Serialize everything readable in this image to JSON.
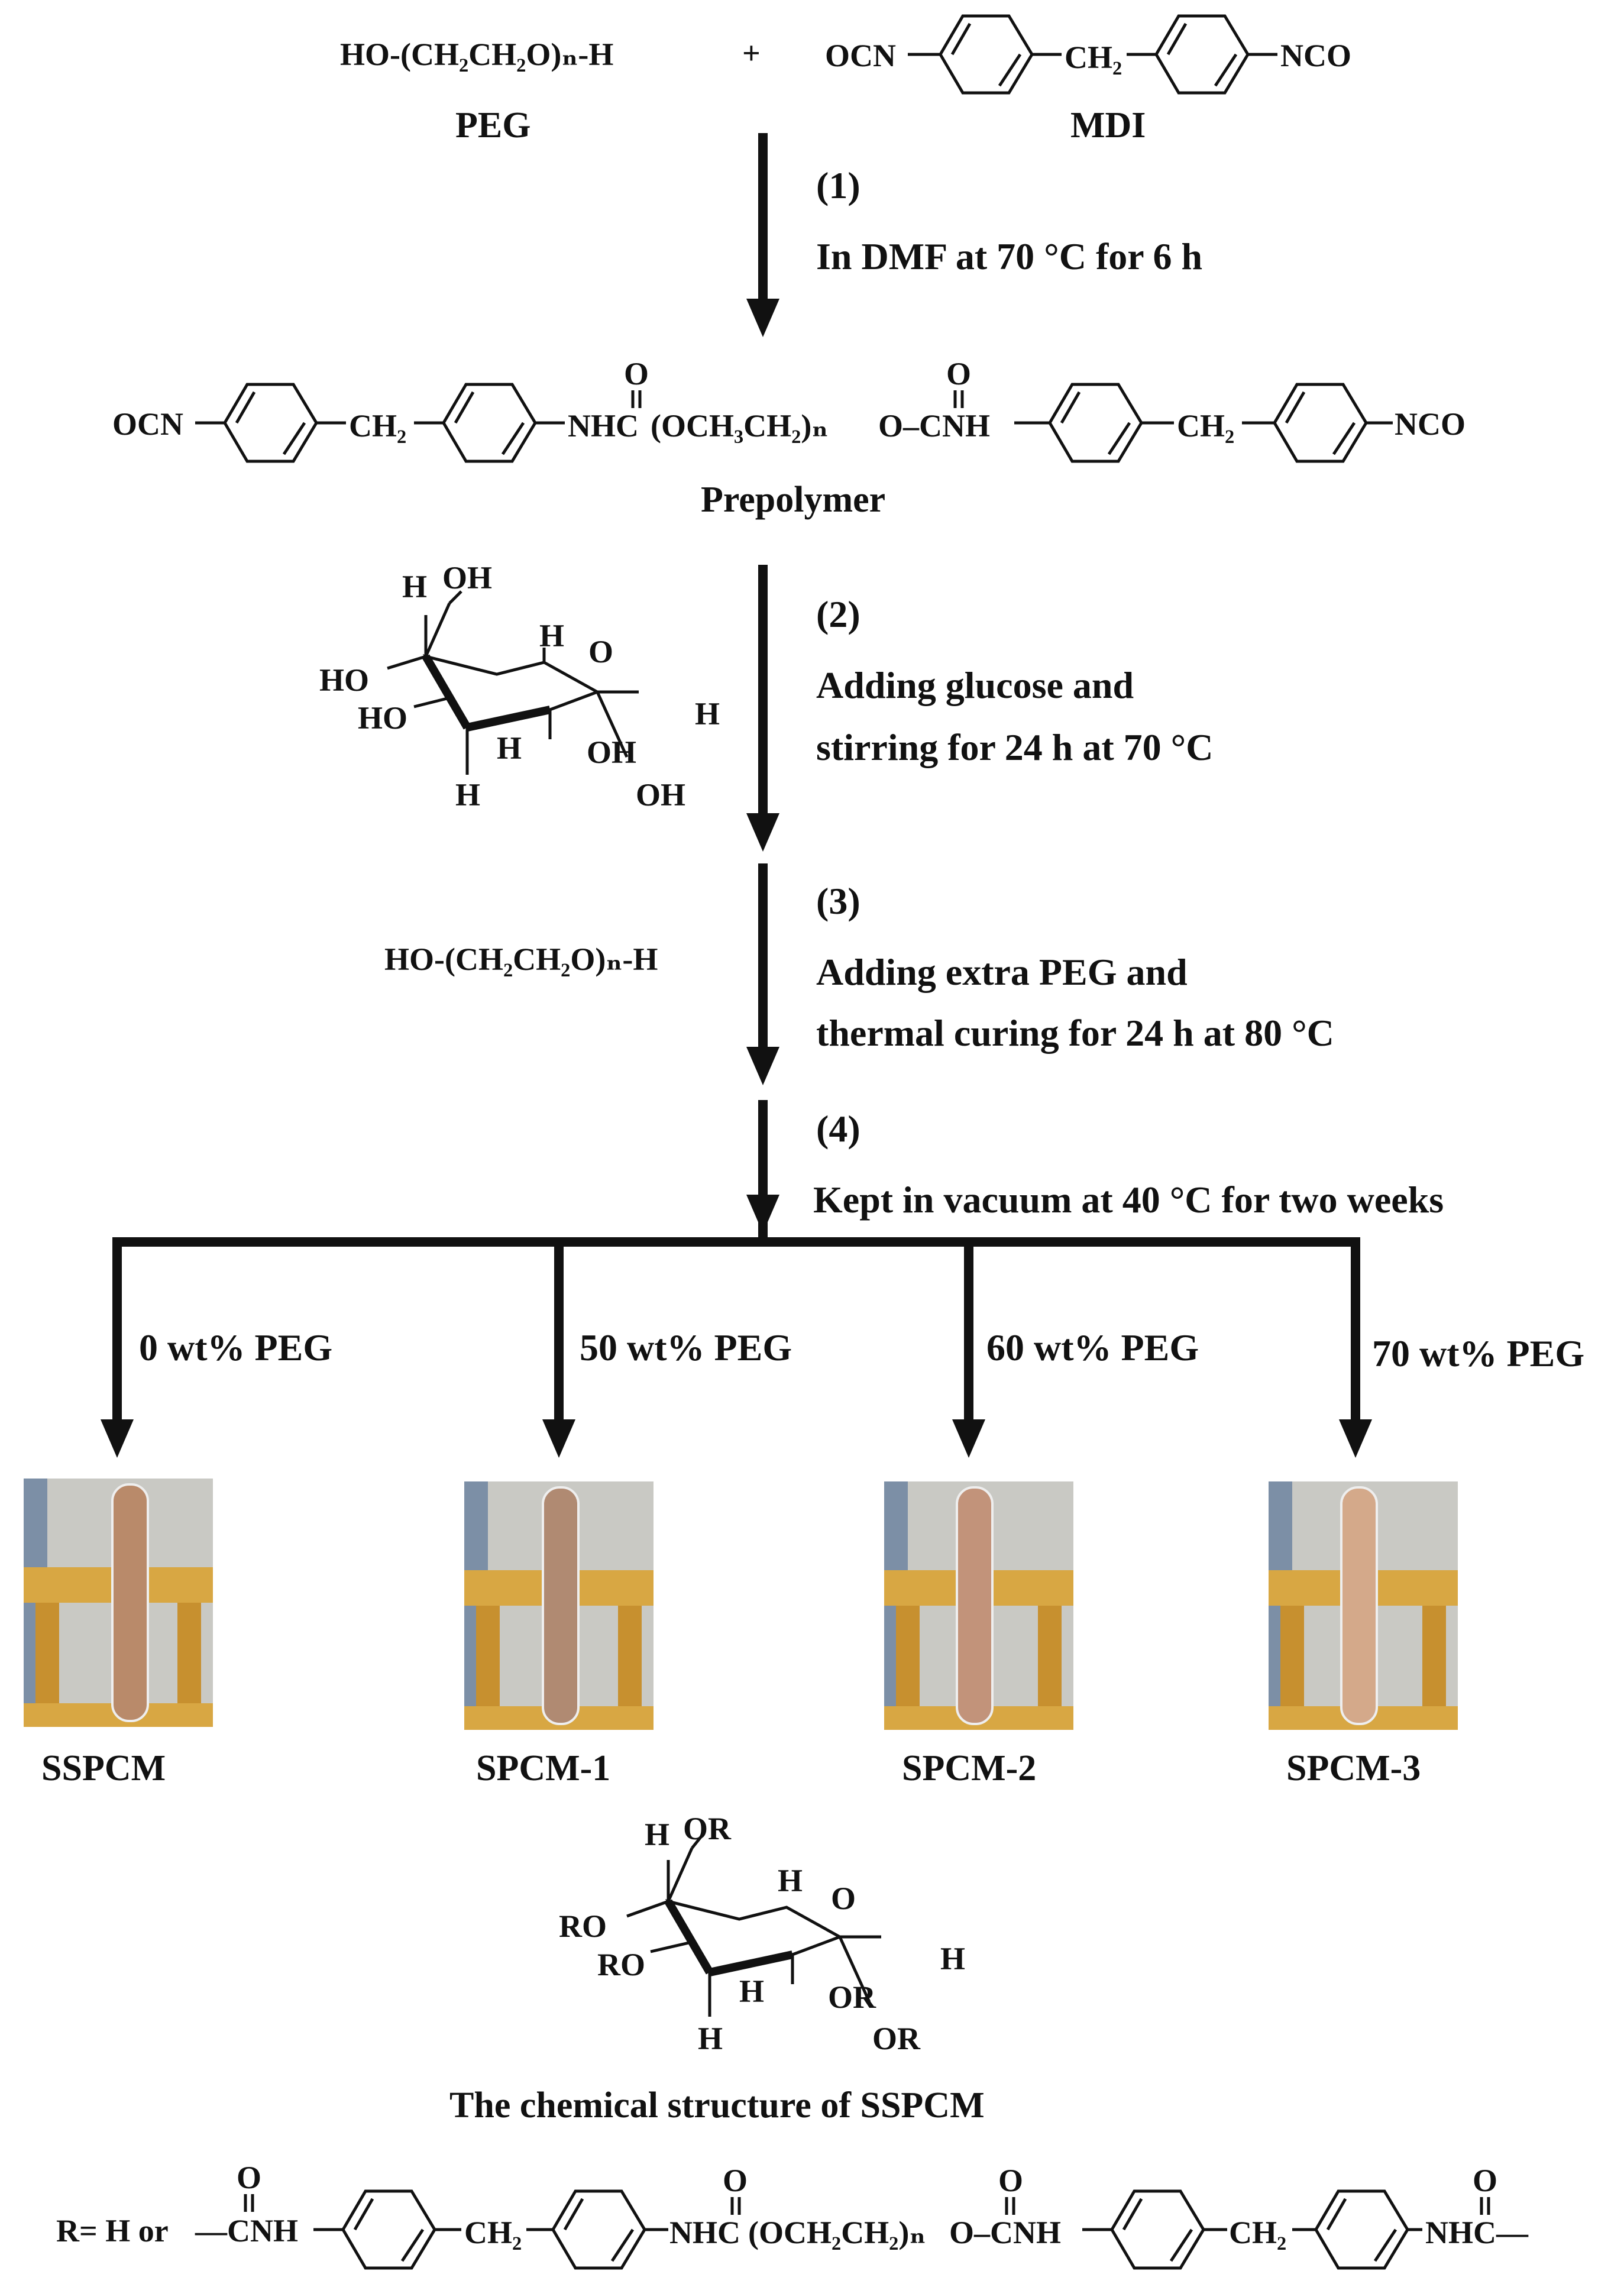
{
  "reactants": {
    "peg_formula": "HO-(CH₂CH₂O)ₙ-H",
    "peg_name": "PEG",
    "plus": "+",
    "mdi_left": "OCN",
    "mdi_mid": "CH₂",
    "mdi_right": "NCO",
    "mdi_name": "MDI"
  },
  "steps": [
    {
      "num": "(1)",
      "lines": [
        "In DMF at 70 °C for 6 h"
      ]
    },
    {
      "num": "(2)",
      "lines": [
        "Adding glucose and",
        "stirring for 24 h at 70 °C"
      ]
    },
    {
      "num": "(3)",
      "lines": [
        "Adding extra PEG and",
        "thermal curing for 24 h at 80 °C"
      ]
    },
    {
      "num": "(4)",
      "lines": [
        "Kept in vacuum at 40 °C for two weeks"
      ]
    }
  ],
  "prepolymer": {
    "left": "OCN",
    "ch2": "CH₂",
    "nhc": "NHC",
    "chain": "(OCH₃CH₂)ₙ",
    "o_cnh": "O–CNH",
    "right": "NCO",
    "carbonyl_o": "O",
    "name": "Prepolymer"
  },
  "glucose": {
    "h": "H",
    "oh": "OH",
    "ho": "HO",
    "o": "O"
  },
  "extra_peg": "HO-(CH₂CH₂O)ₙ-H",
  "branches": [
    {
      "label": "0 wt% PEG",
      "sample": "SSPCM"
    },
    {
      "label": "50 wt% PEG",
      "sample": "SPCM-1"
    },
    {
      "label": "60 wt% PEG",
      "sample": "SPCM-2"
    },
    {
      "label": "70 wt% PEG",
      "sample": "SPCM-3"
    }
  ],
  "sspcm_structure": {
    "h": "H",
    "or": "OR",
    "ro": "RO",
    "o": "O",
    "caption": "The chemical structure of SSPCM"
  },
  "r_group": {
    "prefix": "R= H or",
    "cnh": "—CNH",
    "ch2": "CH₂",
    "nhc": "NHC",
    "chain": "(OCH₂CH₂)ₙ",
    "o_cnh": "O–CNH",
    "end": "NHC—",
    "carbonyl_o": "O"
  },
  "colors": {
    "ink": "#111111",
    "tube_fill": "#b98a6a",
    "stand": "#d8a743",
    "wall": "#c9c9c4"
  }
}
